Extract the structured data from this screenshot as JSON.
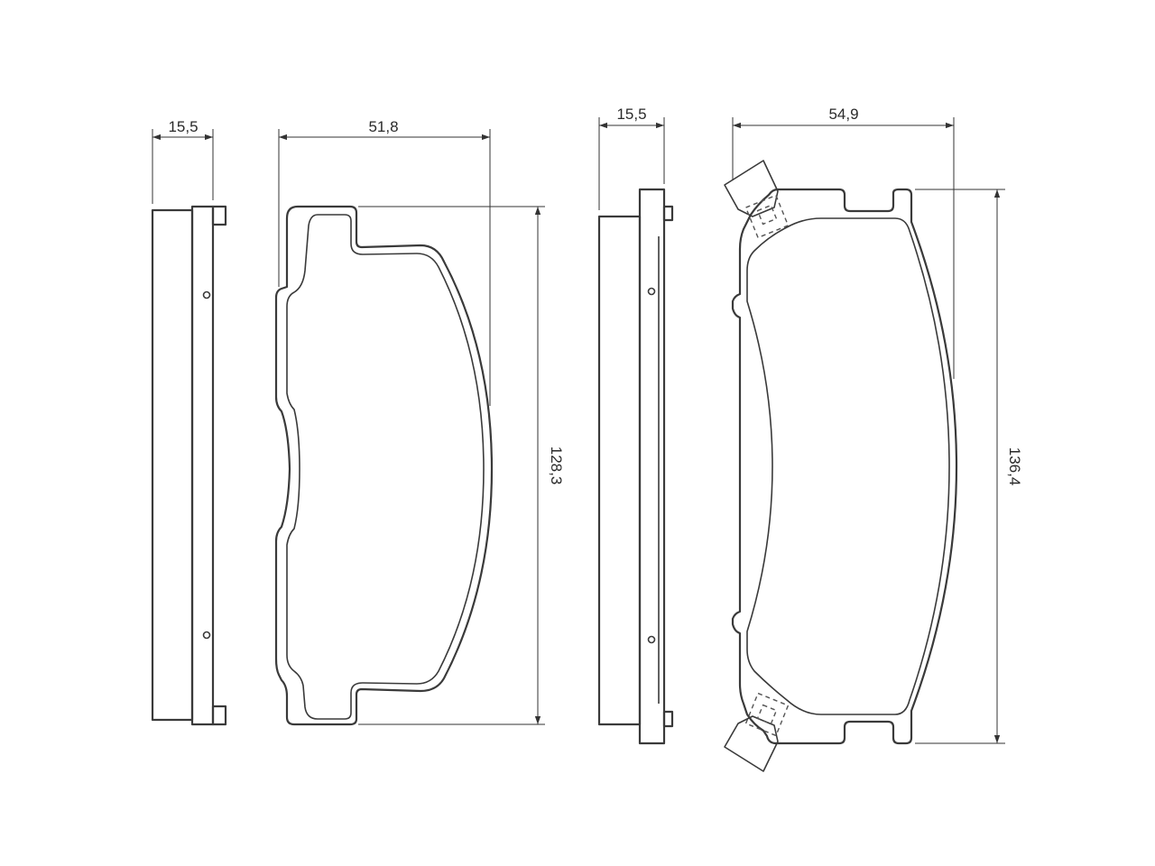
{
  "dimensions": {
    "pad1_thickness": "15,5",
    "pad1_width": "51,8",
    "pad1_height": "128,3",
    "pad2_thickness": "15,5",
    "pad2_width": "54,9",
    "pad2_height": "136,4"
  },
  "colors": {
    "line": "#3a3a3a",
    "background": "#ffffff"
  }
}
